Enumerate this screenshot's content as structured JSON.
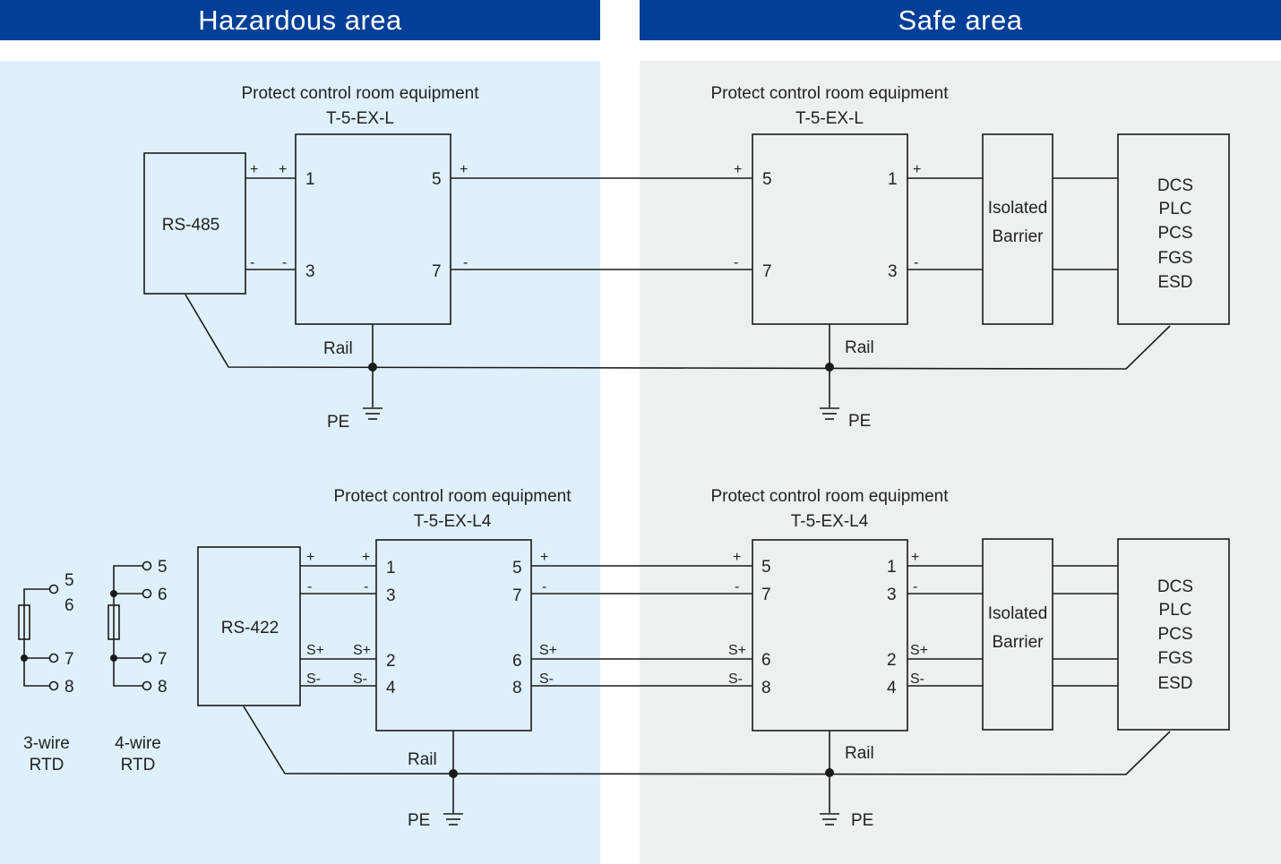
{
  "header": {
    "hazardous": "Hazardous area",
    "safe": "Safe area"
  },
  "protect_label": "Protect control room equipment",
  "device_l": "T-5-EX-L",
  "device_l4": "T-5-EX-L4",
  "rail": "Rail",
  "pe": "PE",
  "rs485": "RS-485",
  "rs422": "RS-422",
  "barrier": {
    "line1": "Isolated",
    "line2": "Barrier"
  },
  "systems": [
    "DCS",
    "PLC",
    "PCS",
    "FGS",
    "ESD"
  ],
  "rtd3": {
    "line1": "3-wire",
    "line2": "RTD"
  },
  "rtd4": {
    "line1": "4-wire",
    "line2": "RTD"
  },
  "signs": {
    "plus": "+",
    "minus": "-",
    "splus": "S+",
    "sminus": "S-"
  },
  "pins": {
    "n1": "1",
    "n2": "2",
    "n3": "3",
    "n4": "4",
    "n5": "5",
    "n6": "6",
    "n7": "7",
    "n8": "8"
  }
}
